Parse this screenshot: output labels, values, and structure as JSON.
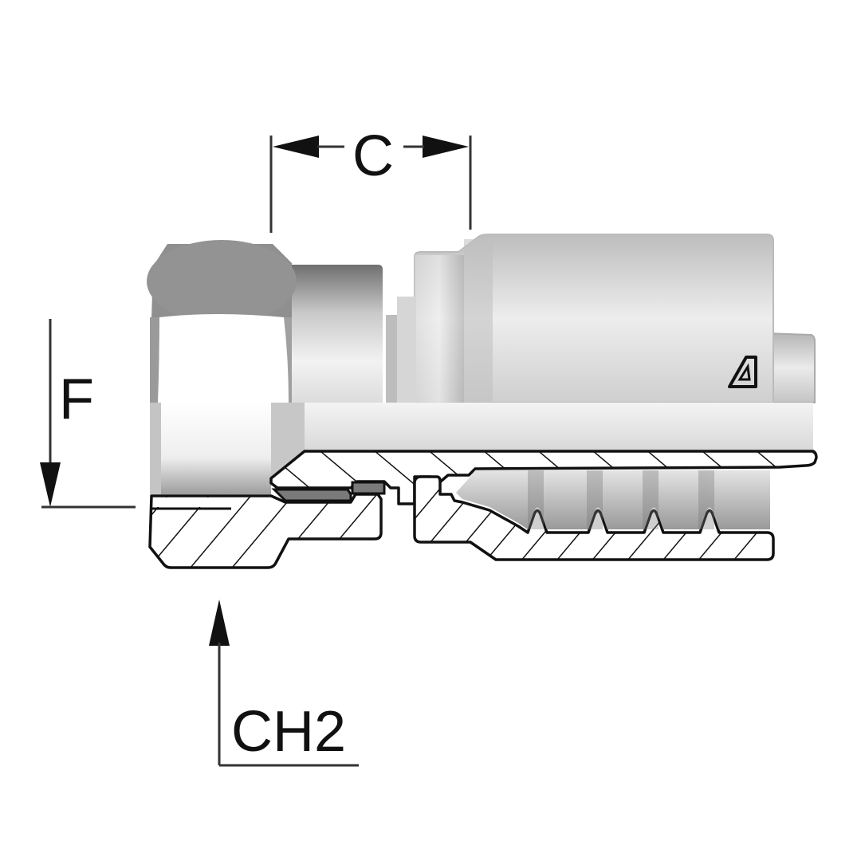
{
  "diagram": {
    "subject": "hose fitting with swivel female nut, part cross-section",
    "dimensions": {
      "c": {
        "label": "C"
      },
      "f": {
        "label": "F"
      },
      "ch2": {
        "label": "CH2"
      }
    },
    "colors": {
      "background": "#ffffff",
      "line": "#111111",
      "nut_dark": "#8f8f8f",
      "metal_light": "#ececec",
      "metal_mid": "#c8c8c8",
      "metal_dark": "#9a9a9a",
      "hatch_fill": "#ffffff",
      "seal": "#7a7a7a"
    },
    "logo": {
      "icon": "manufacturer-logo-icon"
    }
  }
}
